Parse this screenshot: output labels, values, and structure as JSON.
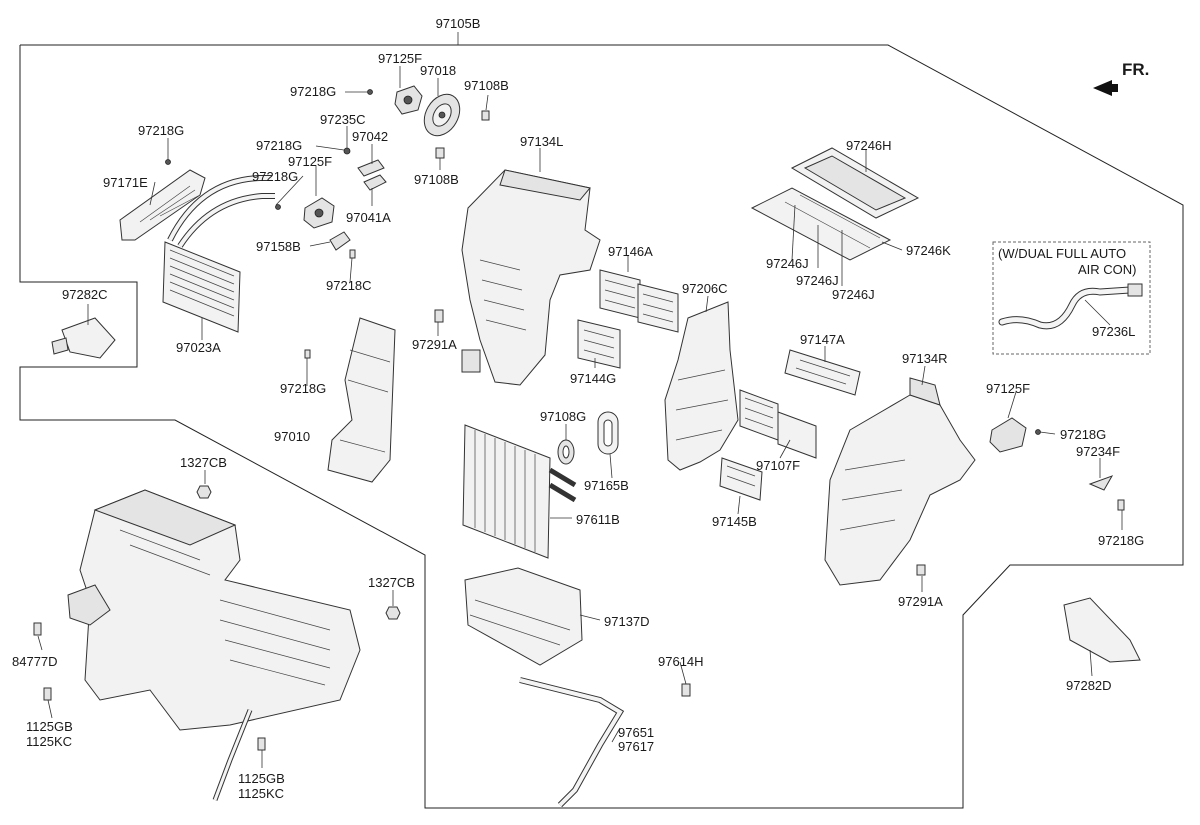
{
  "diagram": {
    "frame_label": "97105B",
    "direction_label": "FR.",
    "inset_note_line1": "(W/DUAL FULL AUTO",
    "inset_note_line2": "AIR CON)",
    "labels": {
      "p97125F_a": "97125F",
      "p97018": "97018",
      "p97218G_a": "97218G",
      "p97108B_a": "97108B",
      "p97235C": "97235C",
      "p97218G_b": "97218G",
      "p97042": "97042",
      "p97134L": "97134L",
      "p97218G_c": "97218G",
      "p97125F_b": "97125F",
      "p97218G_d": "97218G",
      "p97108B_b": "97108B",
      "p97171E": "97171E",
      "p97041A": "97041A",
      "p97246H": "97246H",
      "p97158B": "97158B",
      "p97146A": "97146A",
      "p97246J_a": "97246J",
      "p97246K": "97246K",
      "p97246J_b": "97246J",
      "p97246J_c": "97246J",
      "p97218C": "97218C",
      "p97282C": "97282C",
      "p97206C": "97206C",
      "p97236L": "97236L",
      "p97023A": "97023A",
      "p97291A_a": "97291A",
      "p97144G": "97144G",
      "p97147A": "97147A",
      "p97134R": "97134R",
      "p97218G_e": "97218G",
      "p97125F_c": "97125F",
      "p97218G_f": "97218G",
      "p97010": "97010",
      "p97108G": "97108G",
      "p97234F": "97234F",
      "p97107F": "97107F",
      "p1327CB_a": "1327CB",
      "p97165B": "97165B",
      "p97145B": "97145B",
      "p97611B": "97611B",
      "p97218G_g": "97218G",
      "p1327CB_b": "1327CB",
      "p97291A_b": "97291A",
      "p97137D": "97137D",
      "p84777D": "84777D",
      "p97614H": "97614H",
      "p97282D": "97282D",
      "p1125GB_a": "1125GB",
      "p1125KC_a": "1125KC",
      "p97651": "97651",
      "p97617": "97617",
      "p1125GB_b": "1125GB",
      "p1125KC_b": "1125KC"
    }
  }
}
